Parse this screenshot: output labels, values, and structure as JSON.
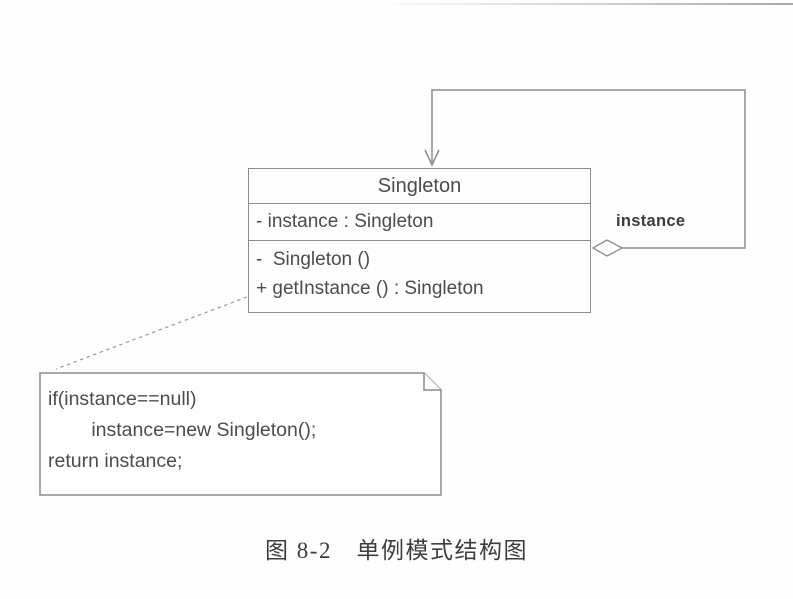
{
  "colors": {
    "line": "#8c8c8c",
    "text": "#4c4c4c",
    "label": "#3c3c3c",
    "caption": "#3d3d3d"
  },
  "class_box": {
    "title": "Singleton",
    "attributes": [
      "- instance : Singleton"
    ],
    "operations": [
      "-  Singleton ()",
      "+ getInstance () : Singleton"
    ]
  },
  "association": {
    "label": "instance"
  },
  "note": {
    "lines": [
      "if(instance==null)",
      "        instance=new Singleton();",
      "return instance;"
    ]
  },
  "caption": "图 8-2　单例模式结构图"
}
